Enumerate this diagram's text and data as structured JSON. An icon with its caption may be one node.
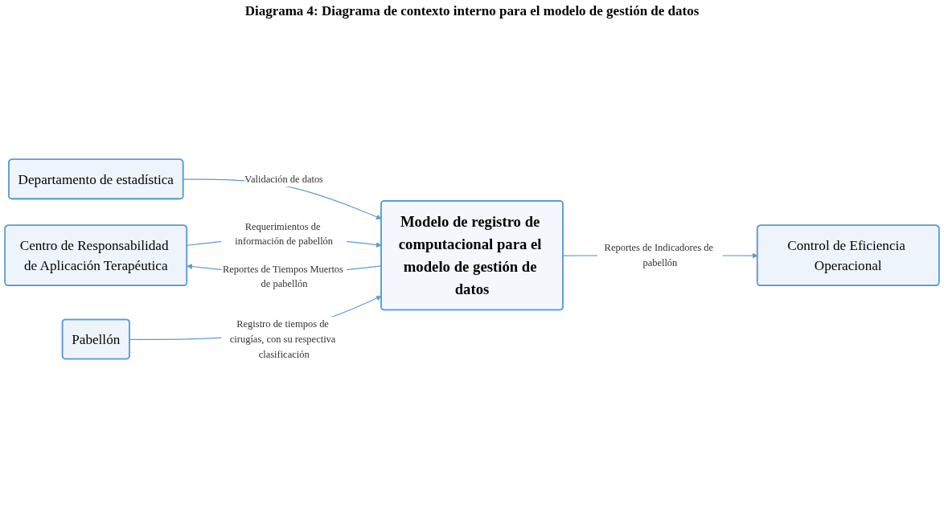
{
  "diagram": {
    "title": "Diagrama 4: Diagrama de contexto interno para el modelo de gestión de datos",
    "nodes": [
      {
        "text": [
          "Centro de Responsabilidad de Aplicación Terapéutica"
        ]
      },
      {
        "text": [
          "Control de Eficiencia Operacional"
        ]
      },
      {
        "text": [
          "Modelo de registro de computacional para el modelo de gestión de datos"
        ]
      },
      {
        "text": [
          "Departamento de estadística"
        ]
      },
      {
        "text": [
          "Pabellón"
        ]
      }
    ],
    "edges": [
      {
        "from": 2,
        "to": 0,
        "arrow": "to",
        "label": "Reportes de Tiempos Muertos de pabellón"
      },
      {
        "from": 2,
        "to": 1,
        "arrow": "to",
        "label": "Reportes de Indicadores de pabellón"
      },
      {
        "from": 0,
        "to": 2,
        "arrow": "to",
        "label": "Requerimientos de información de pabellón"
      },
      {
        "from": 3,
        "to": 2,
        "arrow": "to",
        "label": "Validación de datos"
      },
      {
        "from": 4,
        "to": 2,
        "arrow": "to",
        "label": "Registro de tiempos de cirugías, con su respectiva clasificación"
      }
    ]
  }
}
